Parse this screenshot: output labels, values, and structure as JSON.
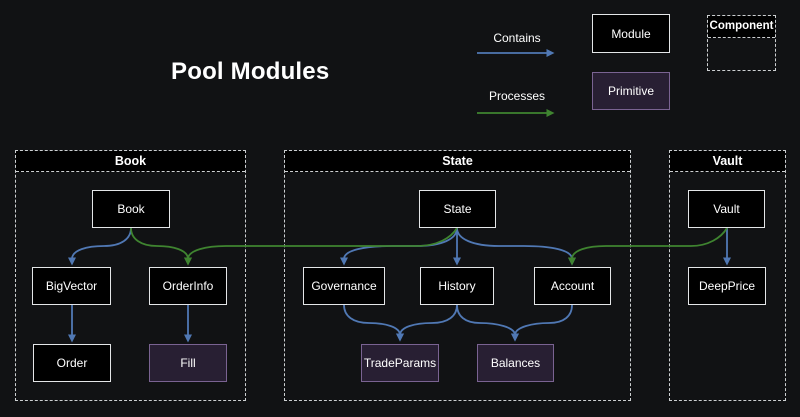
{
  "page": {
    "title": "Pool Modules"
  },
  "legend": {
    "contains_label": "Contains",
    "processes_label": "Processes",
    "module_label": "Module",
    "primitive_label": "Primitive",
    "component_label": "Component"
  },
  "containers": [
    {
      "id": "book",
      "title": "Book"
    },
    {
      "id": "state",
      "title": "State"
    },
    {
      "id": "vault",
      "title": "Vault"
    }
  ],
  "nodes": {
    "book": {
      "label": "Book",
      "type": "module"
    },
    "bigvector": {
      "label": "BigVector",
      "type": "module"
    },
    "orderinfo": {
      "label": "OrderInfo",
      "type": "module"
    },
    "order": {
      "label": "Order",
      "type": "module"
    },
    "fill": {
      "label": "Fill",
      "type": "primitive"
    },
    "state": {
      "label": "State",
      "type": "module"
    },
    "governance": {
      "label": "Governance",
      "type": "module"
    },
    "history": {
      "label": "History",
      "type": "module"
    },
    "account": {
      "label": "Account",
      "type": "module"
    },
    "tradeparams": {
      "label": "TradeParams",
      "type": "primitive"
    },
    "balances": {
      "label": "Balances",
      "type": "primitive"
    },
    "vault": {
      "label": "Vault",
      "type": "module"
    },
    "deepprice": {
      "label": "DeepPrice",
      "type": "module"
    }
  },
  "edges": [
    {
      "from": "Book",
      "to": "BigVector",
      "kind": "contains"
    },
    {
      "from": "BigVector",
      "to": "Order",
      "kind": "contains"
    },
    {
      "from": "OrderInfo",
      "to": "Fill",
      "kind": "contains"
    },
    {
      "from": "State",
      "to": "Governance",
      "kind": "contains"
    },
    {
      "from": "State",
      "to": "History",
      "kind": "contains"
    },
    {
      "from": "State",
      "to": "Account",
      "kind": "contains"
    },
    {
      "from": "Governance",
      "to": "TradeParams",
      "kind": "contains"
    },
    {
      "from": "History",
      "to": "TradeParams",
      "kind": "contains"
    },
    {
      "from": "History",
      "to": "Balances",
      "kind": "contains"
    },
    {
      "from": "Account",
      "to": "Balances",
      "kind": "contains"
    },
    {
      "from": "Vault",
      "to": "DeepPrice",
      "kind": "contains"
    },
    {
      "from": "Book",
      "to": "OrderInfo",
      "kind": "processes"
    },
    {
      "from": "State",
      "to": "OrderInfo",
      "kind": "processes"
    },
    {
      "from": "Vault",
      "to": "Account",
      "kind": "processes"
    }
  ],
  "colors": {
    "background": "#111214",
    "text": "#ffffff",
    "contains_arrow": "#5078b4",
    "processes_arrow": "#3f8430",
    "module_fill": "#000000",
    "module_border": "#e4e6e8",
    "primitive_fill": "#281f33",
    "primitive_border": "#7a6392",
    "cluster_border": "#cdd0d2"
  }
}
